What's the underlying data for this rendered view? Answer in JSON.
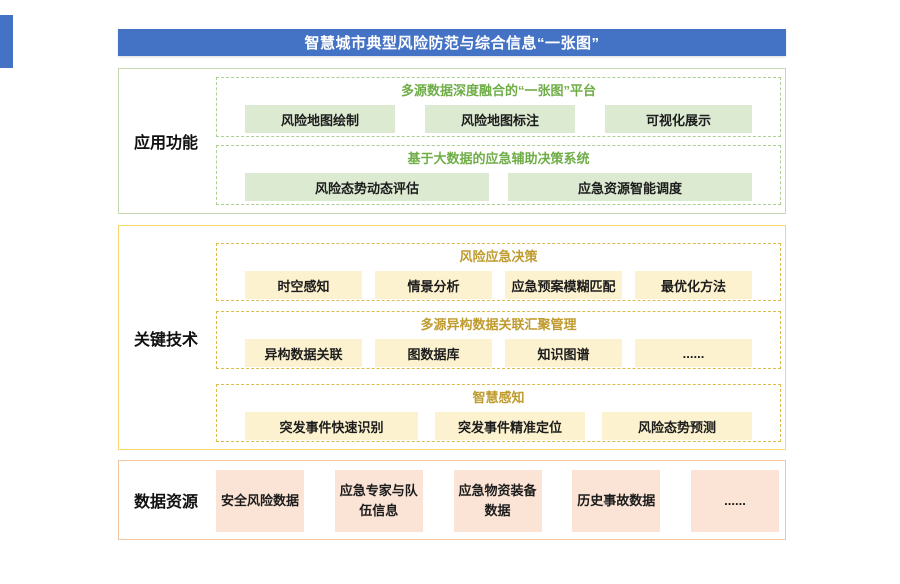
{
  "page": {
    "title": "智慧城市典型风险防范与综合信息“一张图”"
  },
  "colors": {
    "banner_blue": "#4472c4",
    "green_header": "#6fad47",
    "green_fill": "#dcead2",
    "green_border": "#c5dab0",
    "gold_header": "#bf9b2e",
    "gold_fill": "#fdf2cf",
    "gold_border": "#f6d56d",
    "salmon_fill": "#fbe4d5",
    "salmon_border": "#f2c6a2"
  },
  "sections": {
    "application": {
      "label": "应用功能",
      "groups": [
        {
          "header": "多源数据深度融合的“一张图”平台",
          "items": [
            "风险地图绘制",
            "风险地图标注",
            "可视化展示"
          ]
        },
        {
          "header": "基于大数据的应急辅助决策系统",
          "items": [
            "风险态势动态评估",
            "应急资源智能调度"
          ]
        }
      ]
    },
    "technology": {
      "label": "关键技术",
      "groups": [
        {
          "header": "风险应急决策",
          "items": [
            "时空感知",
            "情景分析",
            "应急预案模糊匹配",
            "最优化方法"
          ]
        },
        {
          "header": "多源异构数据关联汇聚管理",
          "items": [
            "异构数据关联",
            "图数据库",
            "知识图谱",
            "......"
          ]
        },
        {
          "header": "智慧感知",
          "items": [
            "突发事件快速识别",
            "突发事件精准定位",
            "风险态势预测"
          ]
        }
      ]
    },
    "data_resources": {
      "label": "数据资源",
      "items": [
        "安全风险数据",
        "应急专家与队伍信息",
        "应急物资装备数据",
        "历史事故数据",
        "......"
      ]
    }
  }
}
